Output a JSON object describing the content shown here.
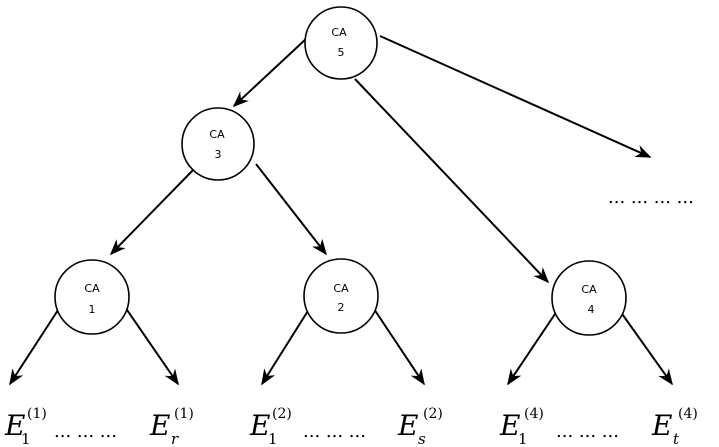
{
  "nodes": [
    {
      "id": "ca5",
      "label_top": "CA",
      "label_bottom": "5"
    },
    {
      "id": "ca3",
      "label_top": "CA",
      "label_bottom": "3"
    },
    {
      "id": "ca1",
      "label_top": "CA",
      "label_bottom": "1"
    },
    {
      "id": "ca2",
      "label_top": "CA",
      "label_bottom": "2"
    },
    {
      "id": "ca4",
      "label_top": "CA",
      "label_bottom": "4"
    }
  ],
  "continuation_dots": "... ... ... ...",
  "leaf_groups": [
    {
      "first": {
        "symbol": "E",
        "sub": "1",
        "sup": "(1)"
      },
      "dots": "... ... ...",
      "last": {
        "symbol": "E",
        "sub": "r",
        "sup": "(1)"
      }
    },
    {
      "first": {
        "symbol": "E",
        "sub": "1",
        "sup": "(2)"
      },
      "dots": "... ... ...",
      "last": {
        "symbol": "E",
        "sub": "s",
        "sup": "(2)"
      }
    },
    {
      "first": {
        "symbol": "E",
        "sub": "1",
        "sup": "(4)"
      },
      "dots": "... ... ...",
      "last": {
        "symbol": "E",
        "sub": "t",
        "sup": "(4)"
      }
    }
  ]
}
